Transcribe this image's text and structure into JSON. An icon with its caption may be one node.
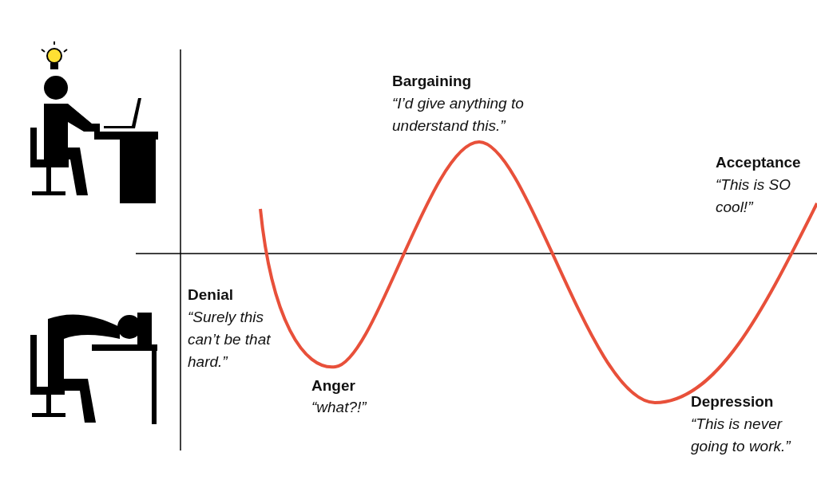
{
  "diagram": {
    "labels": [
      "Bargaining",
      "“I’d give anything to understand this.”",
      "Acceptance",
      "“This is SO cool!”",
      "Denial",
      "“Surely this can’t be that hard.”",
      "Anger",
      "“what?!”",
      "Depression",
      "“This is never going to work.”"
    ]
  }
}
